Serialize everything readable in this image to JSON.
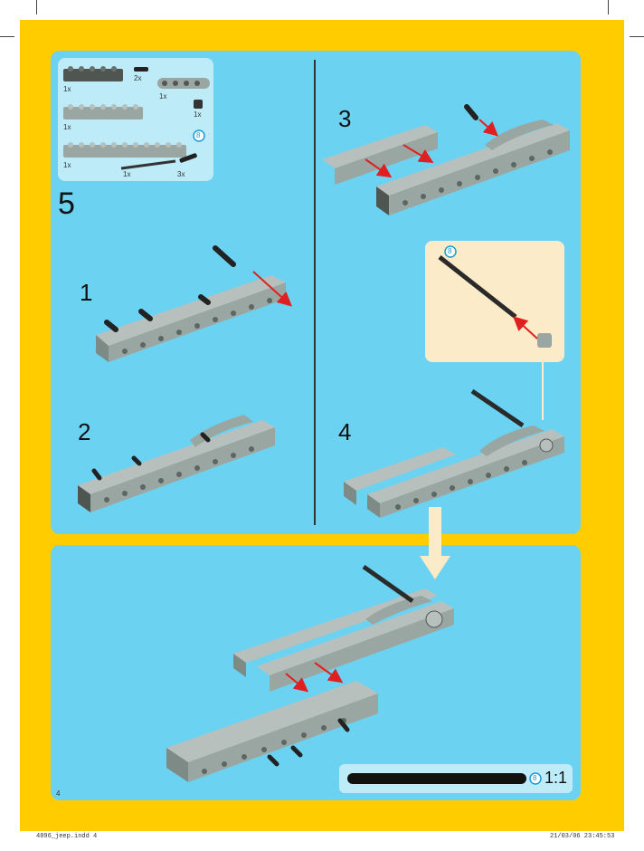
{
  "page": {
    "step_group": "5",
    "page_number": "4",
    "colors": {
      "page_bg": "#FFCC00",
      "panel_bg": "#6CD2F2",
      "inventory_bg": "#BDEBF8",
      "callout_bg": "#FCEBC8",
      "brick": "#9AA6A1",
      "arrow_red": "#E02020",
      "axle_dark": "#2A2A2A"
    }
  },
  "inventory": {
    "items": [
      {
        "qty": "1x",
        "part": "technic-brick-1x6"
      },
      {
        "qty": "2x",
        "part": "pin-with-friction"
      },
      {
        "qty": "1x",
        "part": "technic-beam-5"
      },
      {
        "qty": "1x",
        "part": "technic-brick-1x8"
      },
      {
        "qty": "1x",
        "part": "bush"
      },
      {
        "qty": "1x",
        "part": "technic-brick-1x12"
      },
      {
        "qty": "1x",
        "part": "axle-8"
      },
      {
        "qty": "3x",
        "part": "pin-long"
      }
    ],
    "axle_size_badge": "8"
  },
  "substeps": {
    "s1": "1",
    "s2": "2",
    "s3": "3",
    "s4": "4"
  },
  "callout": {
    "axle_size_badge": "8"
  },
  "scale": {
    "badge": "8",
    "label": "1:1"
  },
  "footer": {
    "filename": "4896_jeep.indd   4",
    "datetime": "21/03/06   23:45:53"
  }
}
